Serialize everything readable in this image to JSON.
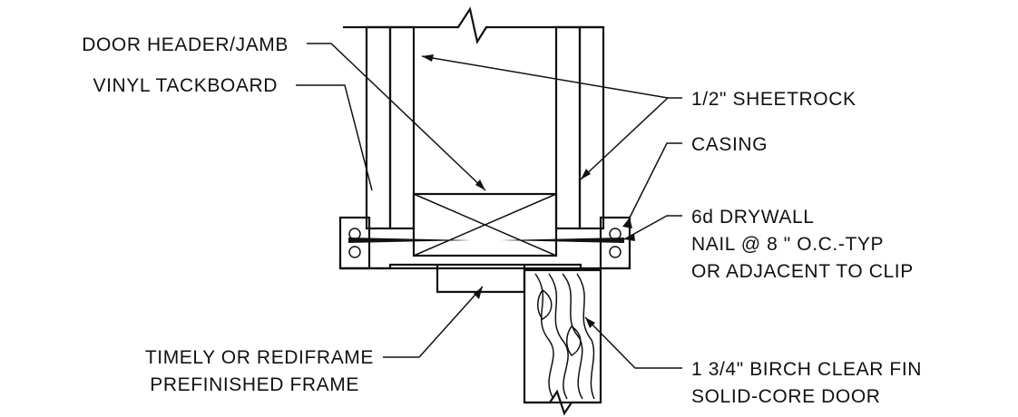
{
  "labels": {
    "door_header_jamb": "DOOR HEADER/JAMB",
    "vinyl_tackboard": "VINYL TACKBOARD",
    "sheetrock": "1/2\" SHEETROCK",
    "casing": "CASING",
    "nail_line1": "6d DRYWALL",
    "nail_line2": "NAIL @ 8 \" O.C.-TYP",
    "nail_line3": "OR ADJACENT TO CLIP",
    "frame_line1": "TIMELY OR REDIFRAME",
    "frame_line2": "PREFINISHED FRAME",
    "door_line1": "1 3/4\" BIRCH CLEAR FIN",
    "door_line2": "SOLID-CORE DOOR"
  },
  "colors": {
    "line": "#111111",
    "background": "#ffffff"
  }
}
